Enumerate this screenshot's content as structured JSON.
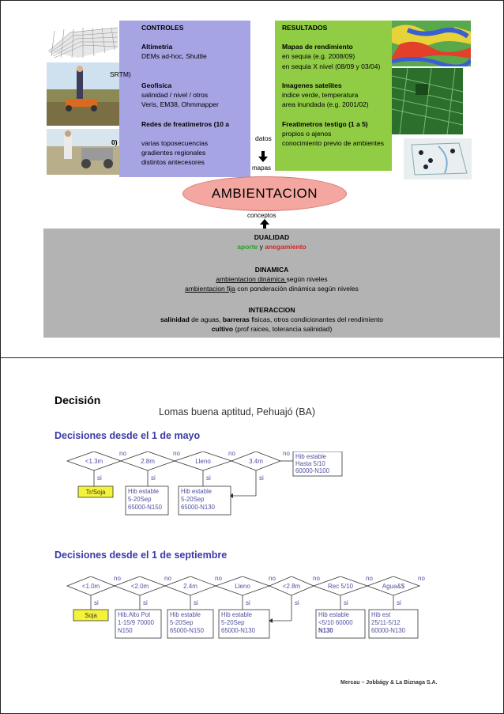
{
  "slide1": {
    "controles": {
      "title": "CONTROLES",
      "lines": [
        {
          "text": "Altimetria",
          "bold": true
        },
        {
          "text": "DEMs ad-hoc, Shuttle",
          "bold": false
        },
        {
          "text": "",
          "bold": false
        },
        {
          "text": "",
          "bold": false
        },
        {
          "text": "Geofisica",
          "bold": true
        },
        {
          "text": "salinidad / nivel / otros",
          "bold": false
        },
        {
          "text": "Veris, EM38, Ohmmapper",
          "bold": false
        },
        {
          "text": "",
          "bold": false
        },
        {
          "text": "Redes de freatimetros (10 a",
          "bold": true
        },
        {
          "text": "",
          "bold": false
        },
        {
          "text": "varias toposecuencias",
          "bold": false
        },
        {
          "text": "gradientes regionales",
          "bold": false
        },
        {
          "text": "distintos antecesores",
          "bold": false
        }
      ],
      "overflow_1": "SRTM)",
      "overflow_2": "0)"
    },
    "resultados": {
      "title": "RESULTADOS",
      "lines": [
        {
          "text": "Mapas de rendimiento",
          "bold": true
        },
        {
          "text": "en sequia (e.g. 2008/09)",
          "bold": false
        },
        {
          "text": "en sequia X nivel (08/09 y 03/04)",
          "bold": false
        },
        {
          "text": "",
          "bold": false
        },
        {
          "text": "Imagenes satelites",
          "bold": true
        },
        {
          "text": "indice verde, temperatura",
          "bold": false
        },
        {
          "text": "area inundada (e.g. 2001/02)",
          "bold": false
        },
        {
          "text": "",
          "bold": false
        },
        {
          "text": "Freatimetros testigo  (1 a 5)",
          "bold": true
        },
        {
          "text": "propios o ajenos",
          "bold": false
        },
        {
          "text": "conocimiento previo de ambientes",
          "bold": false
        }
      ]
    },
    "datos": "datos",
    "mapas": "mapas",
    "ambientacion": "AMBIENTACION",
    "conceptos": "conceptos",
    "dualidad": {
      "title": "DUALIDAD",
      "aporte": "aporte",
      "y": " y ",
      "anegamiento": "anegamiento"
    },
    "dinamica": {
      "title": "DINAMICA",
      "line1_u": "ambientacion dinámica ",
      "line1_rest": "según niveles",
      "line2_u": "ambientacion fija",
      "line2_rest": " con ponderación dinámica según niveles"
    },
    "interaccion": {
      "title": "INTERACCION",
      "l1_b1": "salinidad",
      "l1_t1": " de aguas, ",
      "l1_b2": "barreras",
      "l1_t2": " fisicas, otros condicionantes del rendimiento",
      "l2_b": "cultivo",
      "l2_t": " (prof raices, tolerancia salinidad)"
    },
    "colors": {
      "controles": "#a7a4e4",
      "resultados": "#91cc45",
      "ambientacion": "#f3a7a0",
      "gray": "#b3b3b3",
      "aporte": "#2aa02a",
      "anegamiento": "#e02020"
    }
  },
  "slide2": {
    "title": "Decisión",
    "subtitle": "Lomas buena aptitud, Pehuajó (BA)",
    "mayo": {
      "heading": "Decisiones desde el 1 de mayo",
      "diamonds": [
        "<1.3m",
        "2.8m",
        "Lleno",
        "3.4m"
      ],
      "no": "no",
      "si": "si",
      "final_box": [
        "Hib estable",
        "Hasta 5/10",
        "60000-N100"
      ],
      "outcome_1": "Tr/Soja",
      "outcome_2": [
        "Hib estable",
        "5-20Sep",
        "65000-N150"
      ],
      "outcome_3": [
        "Hib estable",
        "5-20Sep",
        "65000-N130"
      ]
    },
    "septiembre": {
      "heading": "Decisiones desde el 1 de septiembre",
      "diamonds": [
        "<1.0m",
        "<2.0m",
        "2.4m",
        "Lleno",
        "<2.8m",
        "Rec 5/10",
        "Agua&$"
      ],
      "no": "no",
      "si": "si",
      "outcome_1": "Soja",
      "outcome_2": [
        "Hib.Alto Pot",
        "1-15/9 70000",
        "N150"
      ],
      "outcome_3": [
        "Hib estable",
        "5-20Sep",
        "65000-N150"
      ],
      "outcome_4": [
        "Hib estable",
        "5-20Sep",
        "65000-N130"
      ],
      "outcome_5": [
        "Hib estable",
        "<5/10 60000",
        "N130"
      ],
      "outcome_6": [
        "Hib est",
        "25/11-5/12",
        "60000-N130"
      ]
    },
    "footer": "Mercau – Jobbágy & La Biznaga S.A.",
    "colors": {
      "outcome_fill": "#f4f23a",
      "heading": "#3a3aa8"
    }
  }
}
